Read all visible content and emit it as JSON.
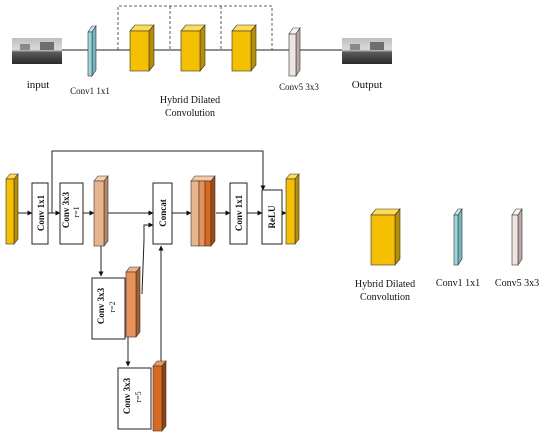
{
  "top": {
    "input_label": "input",
    "conv1_label": "Conv1 1x1",
    "hdc_label_line1": "Hybrid Dilated",
    "hdc_label_line2": "Convolution",
    "conv5_label": "Conv5 3x3",
    "output_label": "Output"
  },
  "detail": {
    "conv1x1_a": "Conv 1x1",
    "conv3x3_a": "Conv 3x3",
    "rate_a": "r=1",
    "concat": "Concat",
    "conv1x1_b": "Conv 1x1",
    "relu": "ReLU",
    "conv3x3_b": "Conv 3x3",
    "rate_b": "r=2",
    "conv3x3_c": "Conv 3x3",
    "rate_c": "r=5"
  },
  "legend": {
    "hdc_line1": "Hybrid Dilated",
    "hdc_line2": "Convolution",
    "conv1": "Conv1 1x1",
    "conv5": "Conv5 3x3"
  },
  "colors": {
    "hdc_yellow": "#f5c000",
    "conv1_cyan": "#9fd6dd",
    "conv5_pink": "#efe4e0",
    "tan": "#e8b48e",
    "orange_mid": "#e8925a",
    "orange_dark": "#d8691f"
  }
}
